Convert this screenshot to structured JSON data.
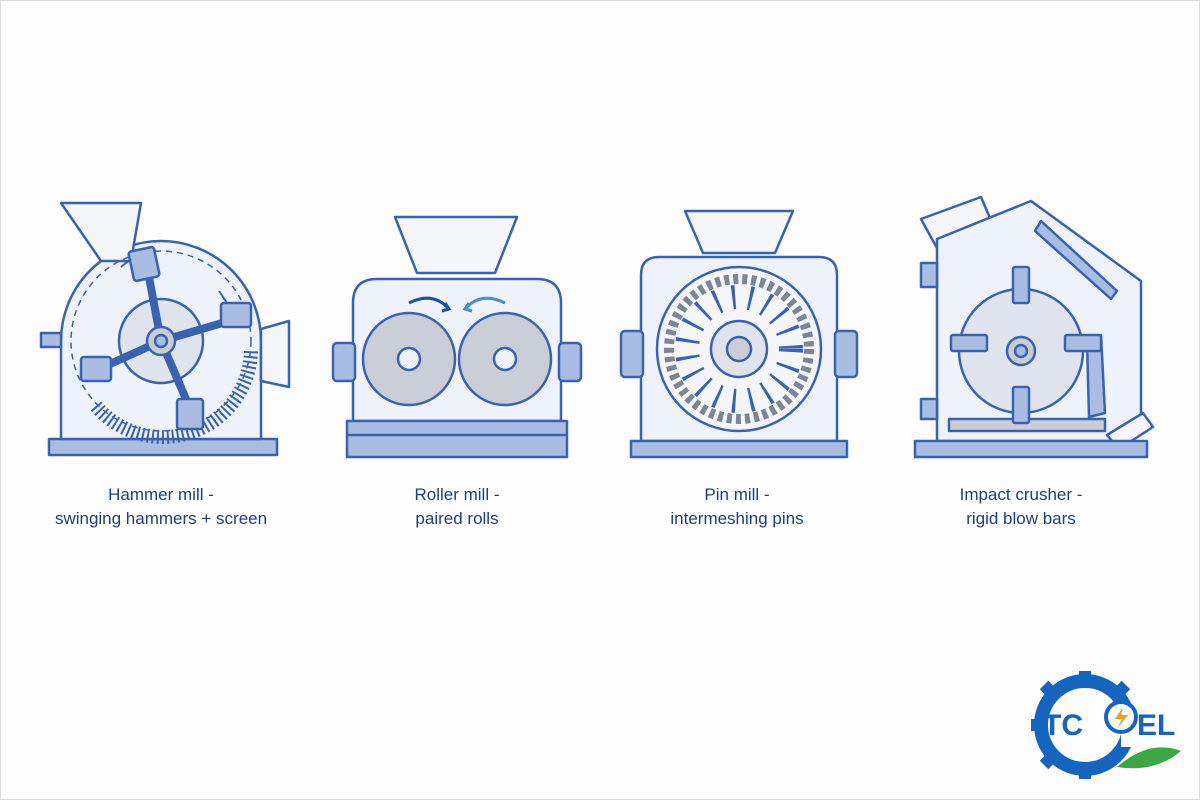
{
  "machines": [
    {
      "id": "hammer",
      "name": "Hammer mill -",
      "desc": "swinging hammers + screen"
    },
    {
      "id": "roller",
      "name": "Roller mill -",
      "desc": "paired rolls"
    },
    {
      "id": "pin",
      "name": "Pin mill -",
      "desc": "intermeshing pins"
    },
    {
      "id": "impact",
      "name": "Impact crusher -",
      "desc": "rigid blow bars"
    }
  ],
  "logo": {
    "text_left": "TC",
    "text_right": "EL"
  },
  "colors": {
    "stroke": "#3a62b0",
    "fill_light": "#e9eef8",
    "fill_mid": "#a9bde3",
    "steel": "#c9ced6",
    "caption": "#1f3f7a",
    "logo_blue": "#1565c0",
    "logo_green": "#3aa845",
    "logo_orange": "#f29a1a"
  }
}
